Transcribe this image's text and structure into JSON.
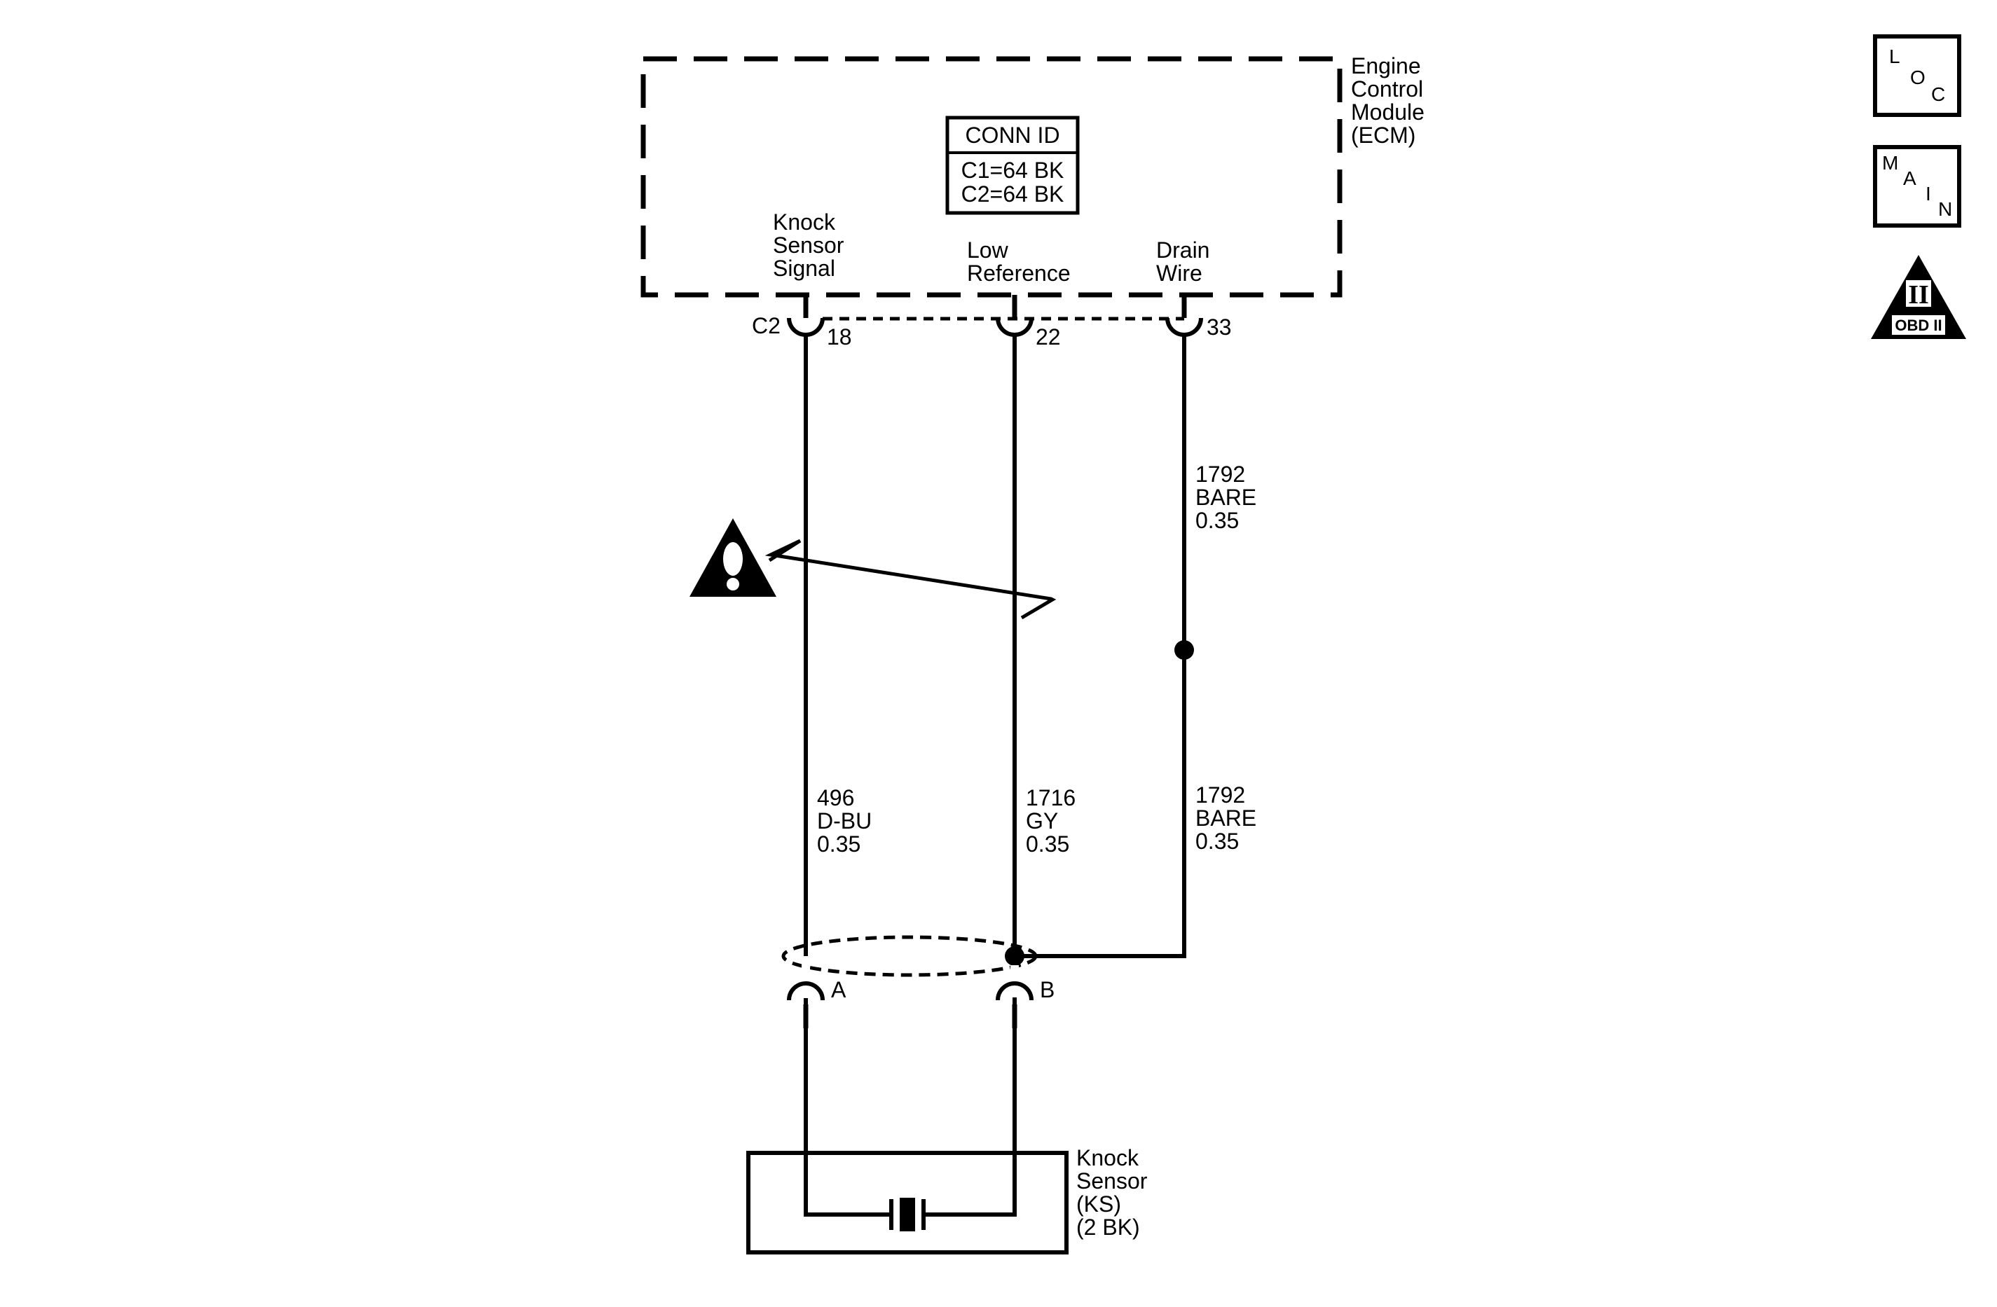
{
  "ecm": {
    "name_lines": [
      "Engine",
      "Control",
      "Module",
      "(ECM)"
    ],
    "conn_id": {
      "title": "CONN ID",
      "lines": [
        "C1=64 BK",
        "C2=64 BK"
      ]
    },
    "connector_label": "C2",
    "terminals": [
      {
        "name_lines": [
          "Knock",
          "Sensor",
          "Signal"
        ],
        "pin": "18"
      },
      {
        "name_lines": [
          "Low",
          "Reference"
        ],
        "pin": "22"
      },
      {
        "name_lines": [
          "Drain",
          "Wire"
        ],
        "pin": "33"
      }
    ]
  },
  "wires": [
    {
      "circuit": "496",
      "color": "D-BU",
      "size": "0.35"
    },
    {
      "circuit": "1716",
      "color": "GY",
      "size": "0.35"
    },
    {
      "circuit": "1792",
      "color": "BARE",
      "size": "0.35"
    },
    {
      "circuit": "1792",
      "color": "BARE",
      "size": "0.35"
    }
  ],
  "sensor_connector": {
    "pins": [
      "A",
      "B"
    ]
  },
  "knock_sensor": {
    "name_lines": [
      "Knock",
      "Sensor",
      "(KS)",
      "(2 BK)"
    ]
  },
  "nav_icons": [
    {
      "id": "loc",
      "letters": [
        "L",
        "O",
        "C"
      ]
    },
    {
      "id": "main",
      "letters": [
        "M",
        "A",
        "I",
        "N"
      ]
    },
    {
      "id": "obd",
      "symbol": "II",
      "label": "OBD II"
    }
  ]
}
